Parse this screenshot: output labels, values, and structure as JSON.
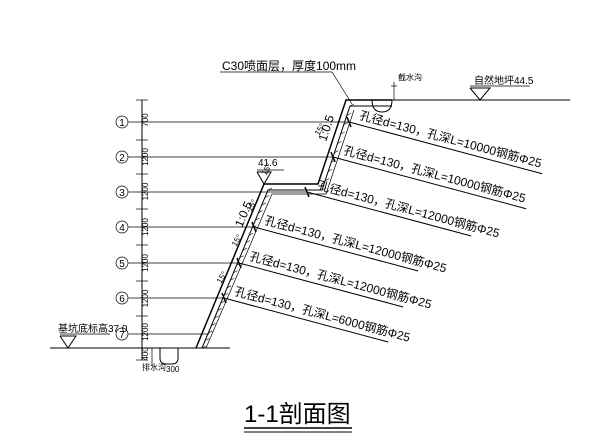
{
  "section": {
    "title": "1-1剖面图",
    "facing_note": "C30喷面层，厚度100mm",
    "berm_elevation": "41.6",
    "top_ground_label": "自然地坪44.5",
    "bottom_ground_label": "基坑底标高37.0",
    "top_ditch_label": "截水沟",
    "bottom_ditch_label": "排水沟",
    "bottom_ditch_size": "300"
  },
  "slope_ratios": [
    {
      "text": "1:0.5"
    },
    {
      "text": "1:0.5"
    }
  ],
  "angles": [
    "15°",
    "15°",
    "15°",
    "15°",
    "15°"
  ],
  "rows": [
    {
      "num": "1",
      "spacing": "700",
      "anchor": {
        "prefix": "孔径d=",
        "d": "130",
        "sep": "，孔深L=",
        "L": "10000",
        "suffix": "钢筋Φ",
        "bar": "25"
      }
    },
    {
      "num": "2",
      "spacing": "1200",
      "anchor": {
        "prefix": "孔径d=",
        "d": "130",
        "sep": "，孔深L=",
        "L": "10000",
        "suffix": "钢筋Φ",
        "bar": "25"
      }
    },
    {
      "num": "3",
      "spacing": "1200",
      "anchor": {
        "prefix": "孔径d=",
        "d": "130",
        "sep": "，孔深L=",
        "L": "12000",
        "suffix": "钢筋Φ",
        "bar": "25"
      }
    },
    {
      "num": "4",
      "spacing": "1200",
      "anchor": {
        "prefix": "孔径d=",
        "d": "130",
        "sep": "，孔深L=",
        "L": "12000",
        "suffix": "钢筋Φ",
        "bar": "25"
      }
    },
    {
      "num": "5",
      "spacing": "1200",
      "anchor": {
        "prefix": "孔径d=",
        "d": "130",
        "sep": "，孔深L=",
        "L": "12000",
        "suffix": "钢筋Φ",
        "bar": "25"
      }
    },
    {
      "num": "6",
      "spacing": "1200",
      "anchor": {
        "prefix": "孔径d=",
        "d": "130",
        "sep": "，孔深L=",
        "L": "6000",
        "suffix": "钢筋Φ",
        "bar": "25"
      }
    },
    {
      "num": "7",
      "spacing": "1200",
      "anchor": null
    },
    {
      "num": "",
      "spacing": "400",
      "anchor": null
    }
  ]
}
